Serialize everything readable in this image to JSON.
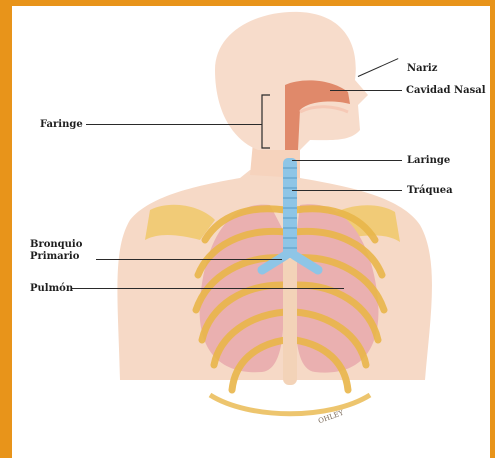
{
  "labels": {
    "nariz": "Nariz",
    "cavidad_nasal": "Cavidad Nasal",
    "faringe": "Faringe",
    "laringe": "Laringe",
    "traquea": "Tráquea",
    "bronquio_1": "Bronquio",
    "bronquio_2": "Primario",
    "pulmon": "Pulmón"
  },
  "signature": "OHLEY",
  "colors": {
    "frame": "#e8941a",
    "skin": "#f3cdb5",
    "lung": "#e9a9a9",
    "ribs": "#f0c55a",
    "airway": "#8ec5e6",
    "nasal": "#e08a6a"
  }
}
